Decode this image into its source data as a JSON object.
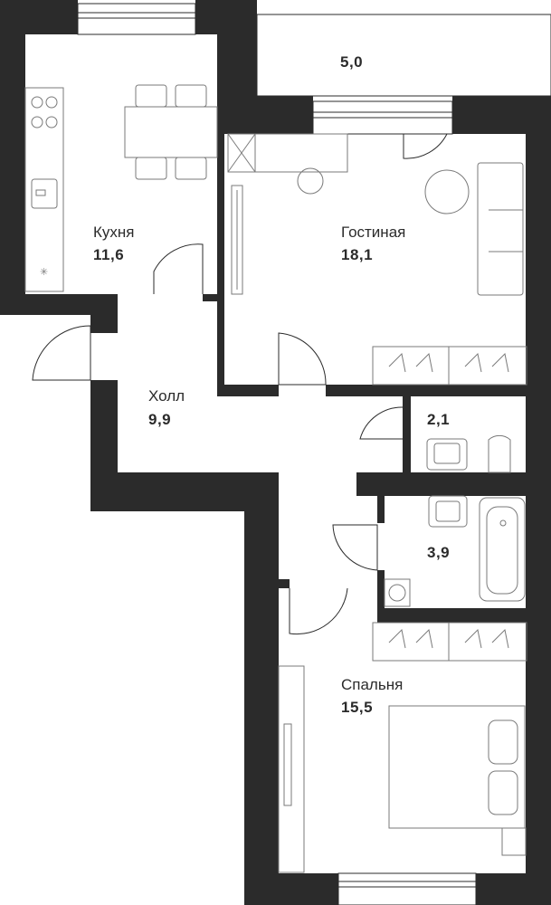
{
  "rooms": [
    {
      "id": "kitchen",
      "name": "Кухня",
      "area": "11,6"
    },
    {
      "id": "living",
      "name": "Гостиная",
      "area": "18,1"
    },
    {
      "id": "hall",
      "name": "Холл",
      "area": "9,9"
    },
    {
      "id": "bedroom",
      "name": "Спальня",
      "area": "15,5"
    },
    {
      "id": "balcony",
      "name": "",
      "area": "5,0"
    },
    {
      "id": "toilet",
      "name": "",
      "area": "2,1"
    },
    {
      "id": "bathroom",
      "name": "",
      "area": "3,9"
    }
  ],
  "colors": {
    "wall": "#2b2b2b",
    "furniture": "#7a7a7a",
    "background": "#ffffff"
  }
}
